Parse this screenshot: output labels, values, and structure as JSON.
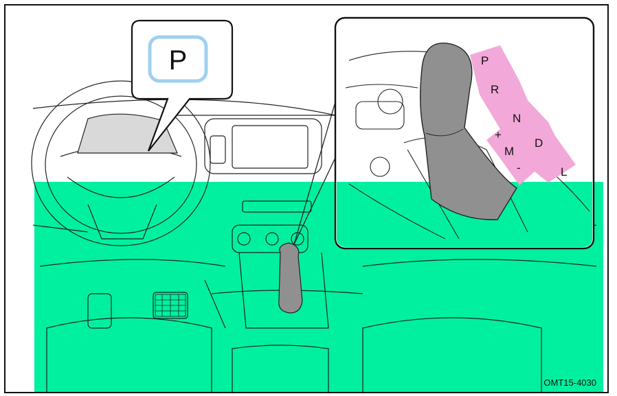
{
  "callout": {
    "gear_indicator": "P"
  },
  "shift_pattern": {
    "positions": [
      "P",
      "R",
      "N",
      "D",
      "L"
    ],
    "manual_plus": "+",
    "manual": "M",
    "manual_minus": "-"
  },
  "figure_code": "OMT15-4030",
  "colors": {
    "highlight": "#00f0a0",
    "shift_gate": "#f2a8d8",
    "indicator_border": "#9fd0ef",
    "shifter": "#909090"
  }
}
